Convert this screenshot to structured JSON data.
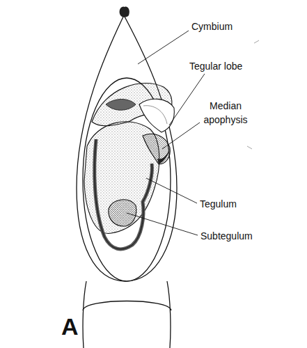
{
  "diagram": {
    "labels": [
      "Cymbium",
      "Tegular lobe",
      "Median apophysis",
      "Tegulum",
      "Subtegulum",
      "A"
    ]
  }
}
